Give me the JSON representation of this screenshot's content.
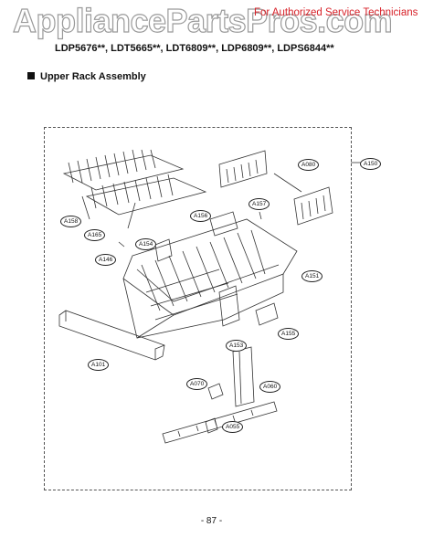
{
  "header": {
    "watermark": "AppliancePartsPros.com",
    "authorized": "For Authorized Service Technicians",
    "models": "LDP5676**, LDT5665**, LDT6809**, LDP6809**, LDPS6844**"
  },
  "section_title": "Upper Rack Assembly",
  "callouts": {
    "A150": "A150",
    "A080": "A080",
    "A157": "A157",
    "A158": "A158",
    "A156": "A156",
    "A165": "A165",
    "A154": "A154",
    "A146": "A146",
    "A151": "A151",
    "A155": "A155",
    "A153": "A153",
    "A101": "A101",
    "A070": "A070",
    "A060": "A060",
    "A055": "A055"
  },
  "page_number": "- 87 -"
}
